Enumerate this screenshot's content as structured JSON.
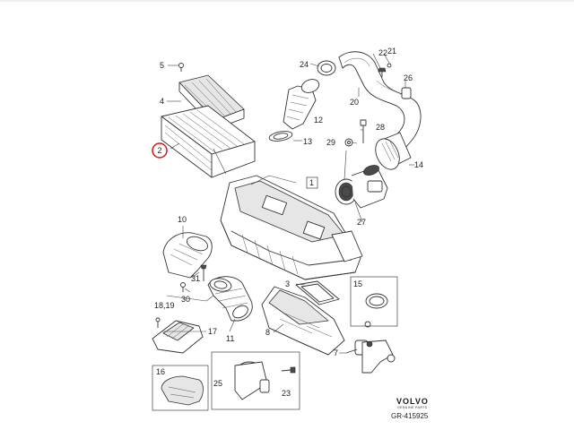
{
  "callouts": {
    "c1": "1",
    "c2": "2",
    "c3": "3",
    "c4": "4",
    "c5": "5",
    "c7": "7",
    "c8": "8",
    "c10": "10",
    "c11": "11",
    "c12": "12",
    "c13": "13",
    "c14": "14",
    "c15": "15",
    "c16": "16",
    "c17": "17",
    "c1819": "18,19",
    "c20": "20",
    "c21": "21",
    "c22": "22",
    "c23": "23",
    "c24": "24",
    "c25": "25",
    "c26": "26",
    "c27": "27",
    "c28": "28",
    "c29": "29",
    "c30": "30",
    "c31": "31"
  },
  "highlight": {
    "part": "2",
    "color": "#d01818"
  },
  "brand": {
    "name": "VOLVO",
    "tagline": "GENUINE PARTS"
  },
  "reference": "GR-415925"
}
